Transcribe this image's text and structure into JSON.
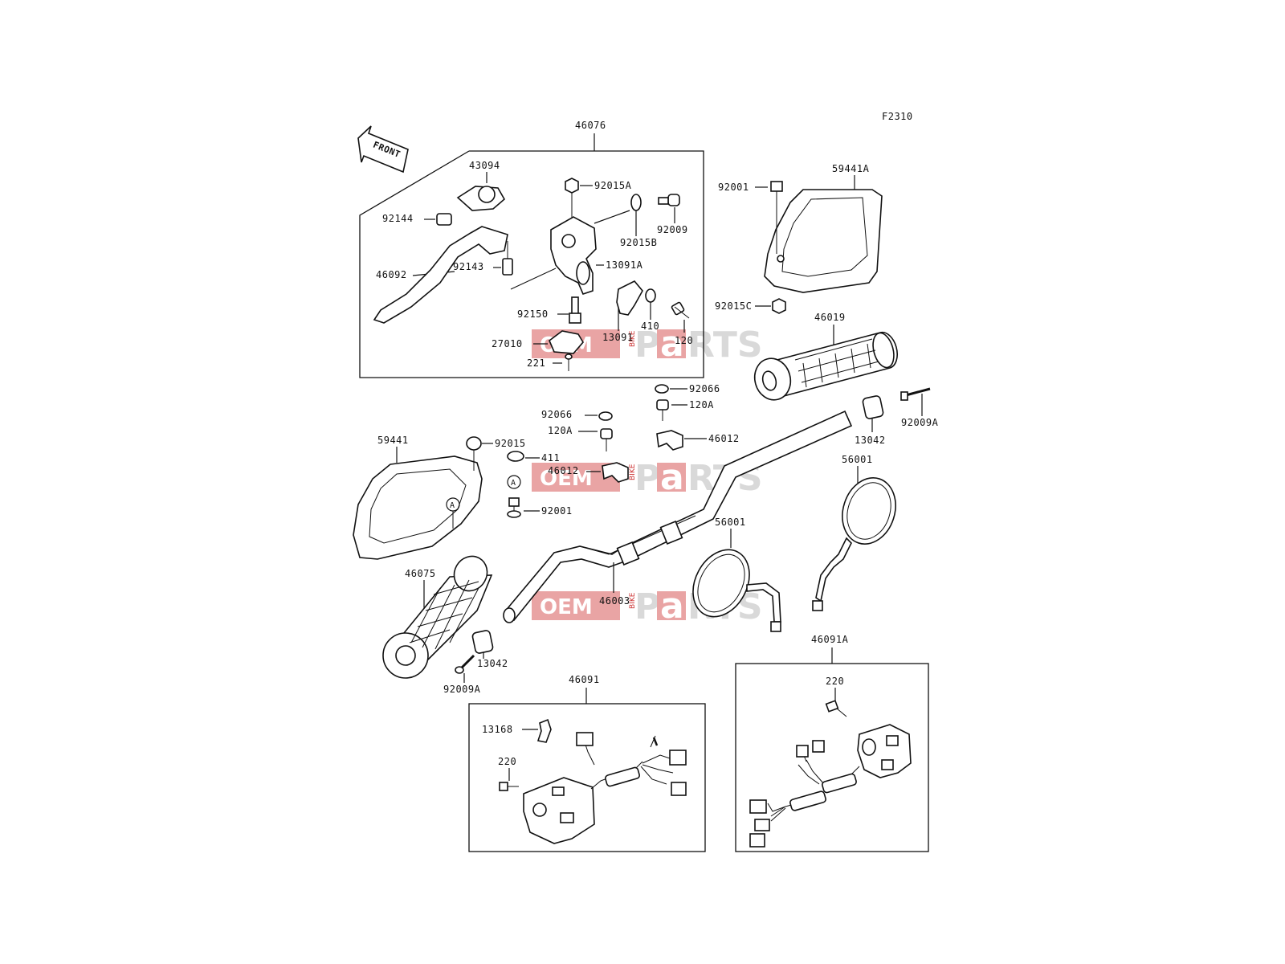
{
  "figure_code": "F2310",
  "front_label": "FRONT",
  "callout_a": "A",
  "watermark": {
    "oem": "OEM",
    "bike": "BIKE",
    "parts_p": "P",
    "parts_a": "a",
    "parts_rts": "RTS"
  },
  "labels": {
    "l46076": "46076",
    "l43094": "43094",
    "l92015A": "92015A",
    "l92144": "92144",
    "l92009": "92009",
    "l92015B": "92015B",
    "l46092": "46092",
    "l92143": "92143",
    "l13091A": "13091A",
    "l92150": "92150",
    "l13091": "13091",
    "l410": "410",
    "l120": "120",
    "l27010": "27010",
    "l221": "221",
    "l59441A": "59441A",
    "l92001_r": "92001",
    "l92015C": "92015C",
    "l46019": "46019",
    "l92066_r": "92066",
    "l120A_r": "120A",
    "l46012_r": "46012",
    "l92066_l": "92066",
    "l120A_l": "120A",
    "l46012_l": "46012",
    "l13042_r": "13042",
    "l92009A_r": "92009A",
    "l59441": "59441",
    "l92015": "92015",
    "l411": "411",
    "l92001_l": "92001",
    "l56001_r": "56001",
    "l56001_c": "56001",
    "l46003": "46003",
    "l46075": "46075",
    "l13042_l": "13042",
    "l92009A_l": "92009A",
    "l46091": "46091",
    "l13168": "13168",
    "l220_l": "220",
    "l46091A": "46091A",
    "l220_r": "220"
  }
}
